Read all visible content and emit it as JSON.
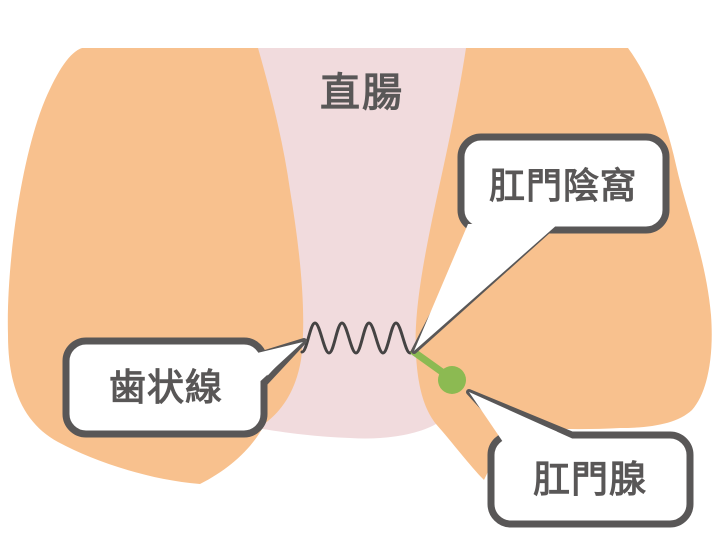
{
  "diagram": {
    "title": "直腸",
    "labels": {
      "dentate_line": "歯状線",
      "anal_crypt": "肛門陰窩",
      "anal_gland": "肛門腺"
    },
    "colors": {
      "background": "#FFFFFF",
      "skin": "#F8C18E",
      "canal": "#F1DBDD",
      "outline": "#595757",
      "wave": "#454343",
      "gland": "#8CBA52",
      "bubble_fill": "#FFFFFF",
      "text": "#595757"
    }
  }
}
